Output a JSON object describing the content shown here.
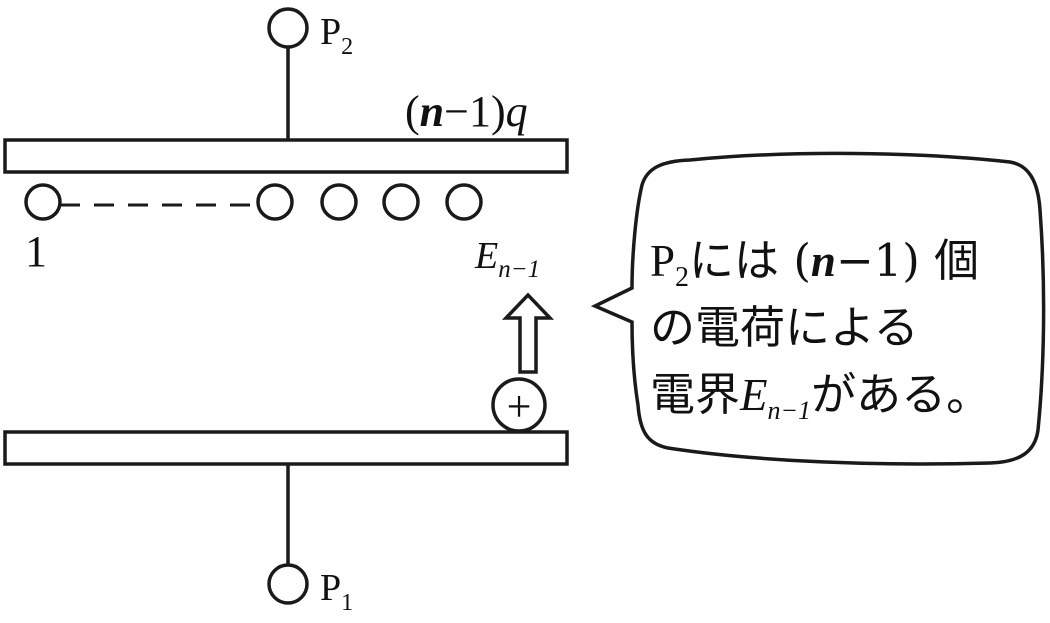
{
  "terminals": {
    "top": {
      "label": "P",
      "sub": "2"
    },
    "bottom": {
      "label": "P",
      "sub": "1"
    }
  },
  "plate_charge": {
    "open": "(",
    "var": "n",
    "rest": "−1)",
    "q": "q"
  },
  "charge_index_label": "1",
  "field_label": {
    "main": "E",
    "sub": "n−1"
  },
  "test_charge_symbol": "+",
  "bubble": {
    "line1": {
      "p": "P",
      "p_sub": "2",
      "mid": "には (",
      "var": "n",
      "end": "−1) 個"
    },
    "line2": "の電荷による",
    "line3": {
      "start": "電界",
      "e": "E",
      "e_sub": "n−1",
      "end": "がある。"
    }
  }
}
